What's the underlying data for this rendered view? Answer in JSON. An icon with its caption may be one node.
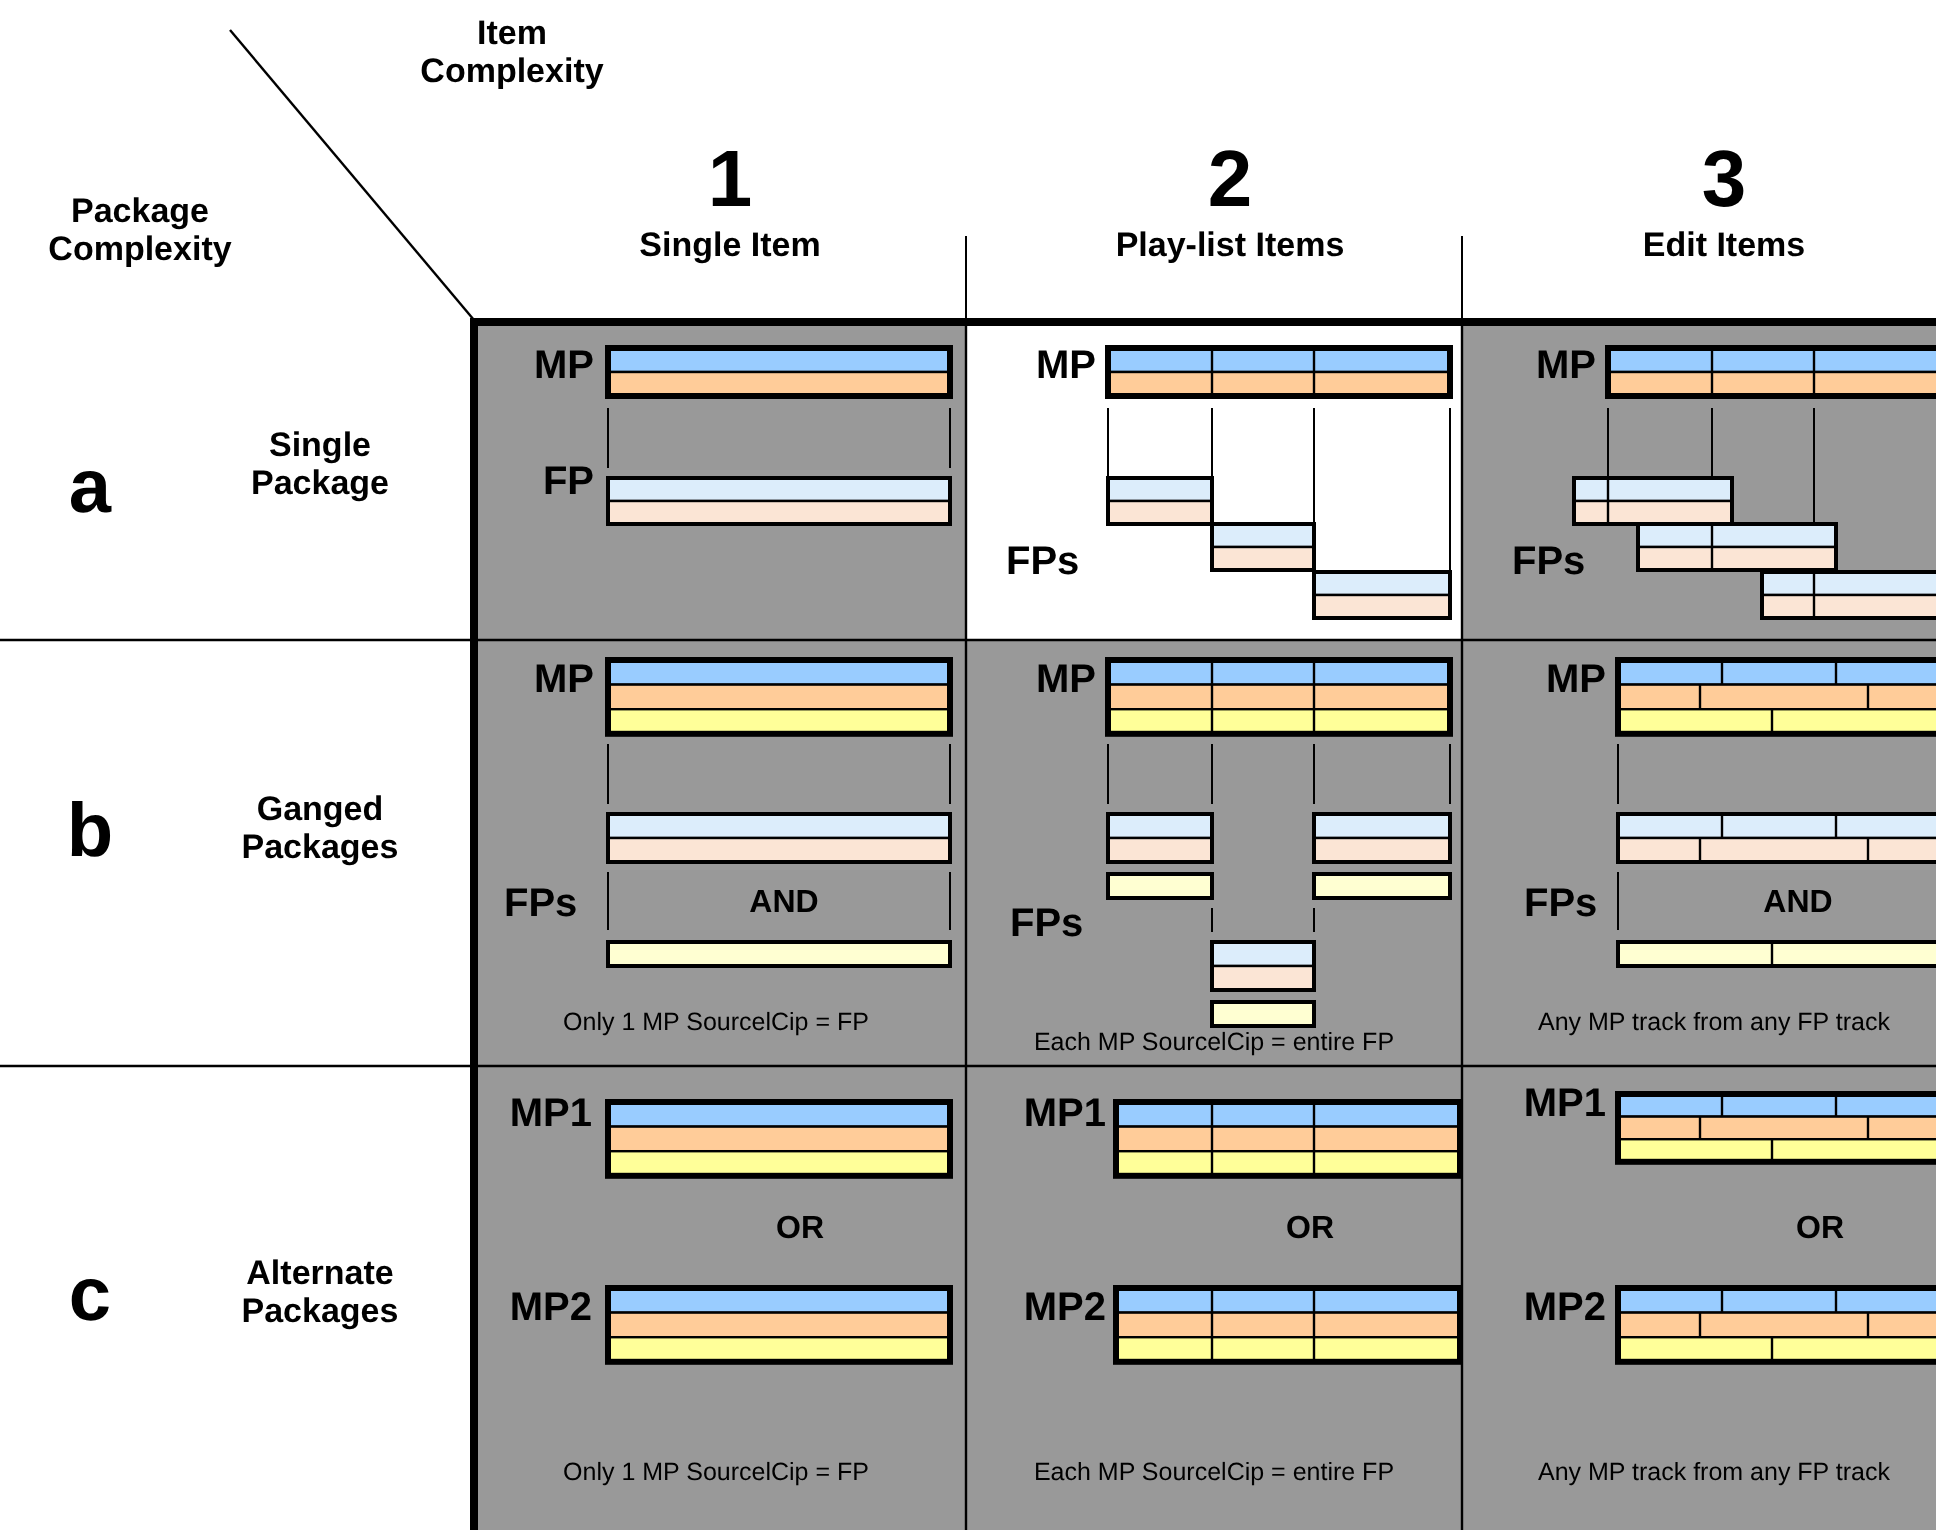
{
  "diagram": {
    "nodes": [
      {
        "text": [
          "MP",
          "FP"
        ]
      },
      {
        "text": [
          "MP",
          "FPs"
        ]
      },
      {
        "text": [
          "MP",
          "FPs"
        ]
      },
      {
        "text": [
          "MP",
          "FPs",
          "AND",
          "Only 1 MP SourcelCip = FP"
        ]
      },
      {
        "text": [
          "MP",
          "FPs",
          "Each MP SourcelCip = entire FP"
        ]
      },
      {
        "text": [
          "MP",
          "FPs",
          "AND",
          "Any MP track from any FP track"
        ]
      },
      {
        "text": [
          "MP1",
          "OR",
          "MP2",
          "Only 1 MP SourcelCip = FP"
        ]
      },
      {
        "text": [
          "MP1",
          "OR",
          "MP2",
          "Each MP SourcelCip = entire FP"
        ]
      },
      {
        "text": [
          "MP1",
          "OR",
          "MP2",
          "Any MP track from any FP track"
        ]
      }
    ],
    "labels": [
      "Item Complexity",
      "Package Complexity",
      "1",
      "Single Item",
      "2",
      "Play-list Items",
      "3",
      "Edit Items",
      "a",
      "Single Package",
      "b",
      "Ganged Packages",
      "c",
      "Alternate Packages"
    ]
  }
}
